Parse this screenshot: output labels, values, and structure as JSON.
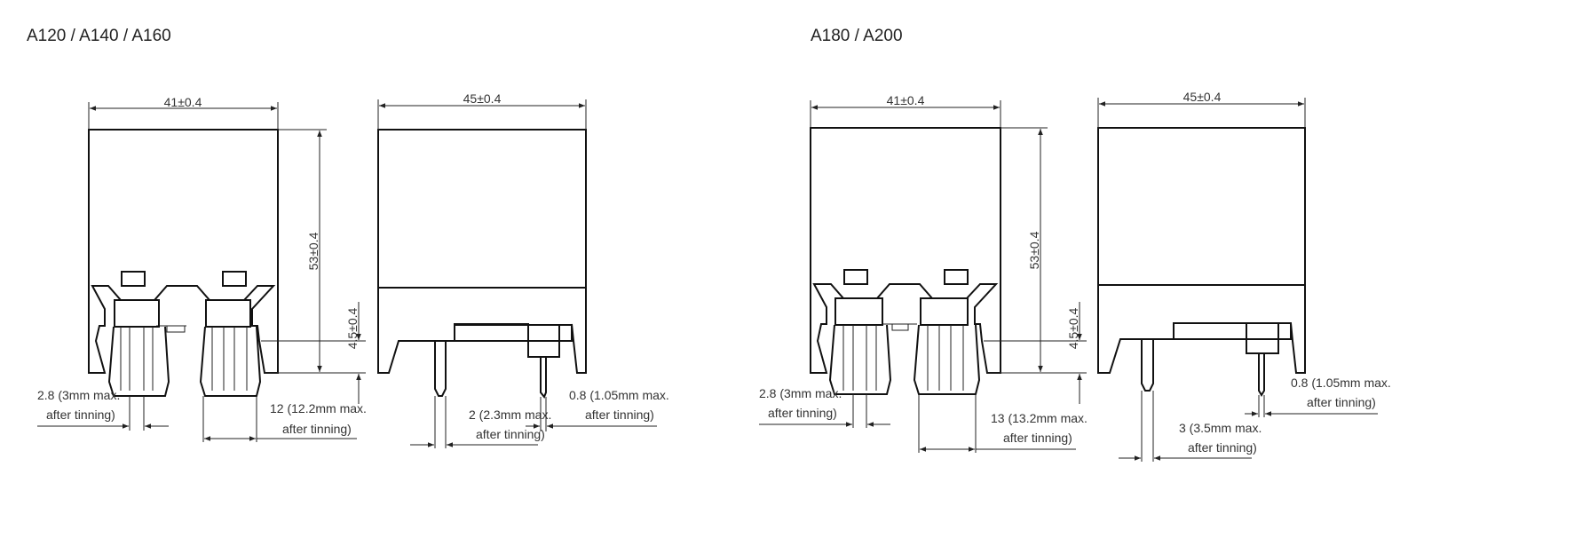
{
  "groups": [
    {
      "title": "A120 / A140 / A160",
      "front": {
        "width": "41±0.4",
        "height": "53±0.4",
        "foot": "4.5±0.4",
        "pin_label_1": "2.8 (3mm max.",
        "pin_label_2": "after tinning)",
        "spacing_label_1": "12 (12.2mm max.",
        "spacing_label_2": "after tinning)"
      },
      "side": {
        "width": "45±0.4",
        "pin_label_1": "2 (2.3mm max.",
        "pin_label_2": "after tinning)",
        "thick_label_1": "0.8  (1.05mm max.",
        "thick_label_2": "after tinning)"
      }
    },
    {
      "title": "A180 / A200",
      "front": {
        "width": "41±0.4",
        "height": "53±0.4",
        "foot": "4.5±0.4",
        "pin_label_1": "2.8 (3mm max.",
        "pin_label_2": "after tinning)",
        "spacing_label_1": "13 (13.2mm max.",
        "spacing_label_2": "after tinning)"
      },
      "side": {
        "width": "45±0.4",
        "pin_label_1": "3 (3.5mm max.",
        "pin_label_2": "after tinning)",
        "thick_label_1": "0.8 (1.05mm max.",
        "thick_label_2": "after tinning)"
      }
    }
  ],
  "colors": {
    "line": "#111111",
    "text": "#333333"
  }
}
